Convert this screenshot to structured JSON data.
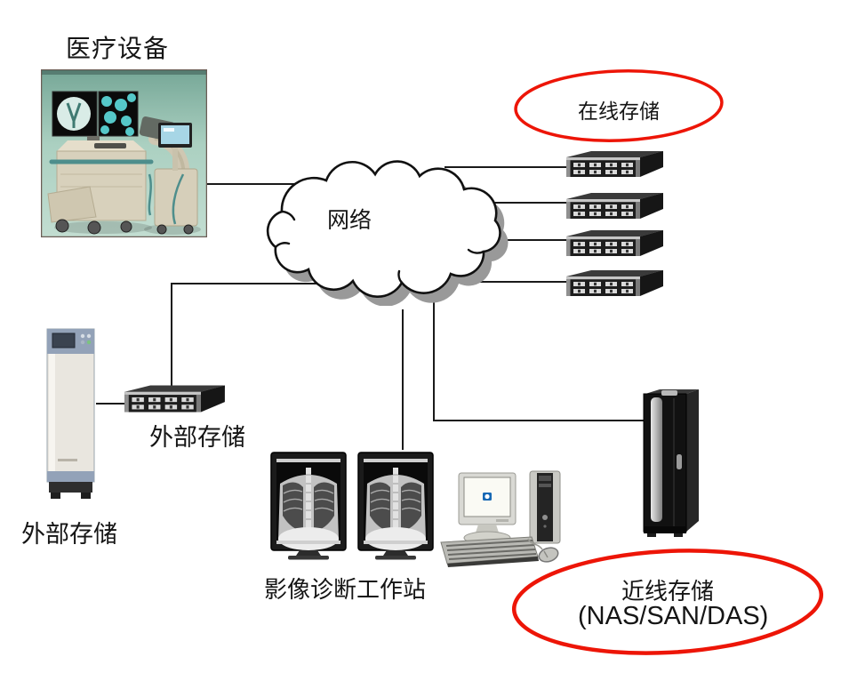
{
  "nodes": {
    "medical_device": {
      "label": "医疗设备"
    },
    "network": {
      "label": "网络"
    },
    "online_storage": {
      "label": "在线存储",
      "server_count": 4
    },
    "external_storage_rack": {
      "label": "外部存储"
    },
    "external_storage_tower": {
      "label": "外部存储"
    },
    "imaging_workstation": {
      "label": "影像诊断工作站",
      "monitor_count": 2
    },
    "nearline_storage": {
      "label": "近线存储",
      "sublabel": "(NAS/SAN/DAS)"
    }
  },
  "connections": [
    {
      "from": "medical_device",
      "to": "network"
    },
    {
      "from": "network",
      "to": "online_storage_server_1"
    },
    {
      "from": "network",
      "to": "online_storage_server_2"
    },
    {
      "from": "network",
      "to": "online_storage_server_3"
    },
    {
      "from": "network",
      "to": "online_storage_server_4"
    },
    {
      "from": "network",
      "to": "external_storage_rack"
    },
    {
      "from": "external_storage_tower",
      "to": "external_storage_rack"
    },
    {
      "from": "network",
      "to": "imaging_workstation"
    },
    {
      "from": "network",
      "to": "nearline_storage_cabinet"
    }
  ],
  "colors": {
    "annotation_red": "#ed1507",
    "connector_line": "#1a1a1a",
    "cloud_fill": "#ffffff",
    "cloud_outline": "#111111",
    "cloud_shadow": "#999999"
  }
}
